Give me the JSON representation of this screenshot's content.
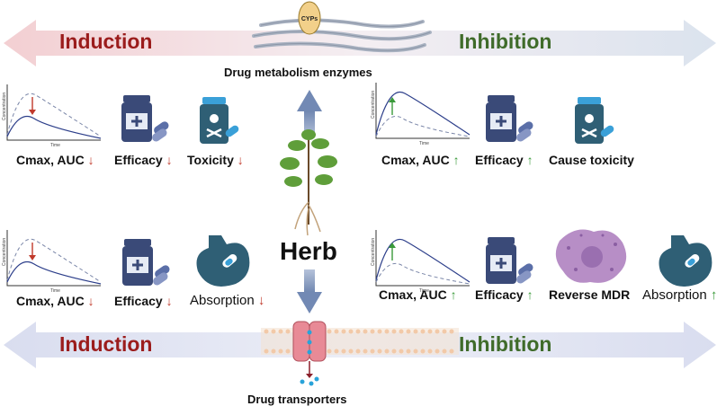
{
  "top_band": {
    "induction_label": "Induction",
    "inhibition_label": "Inhibition",
    "cyps_label": "CYPs",
    "caption": "Drug metabolism enzymes"
  },
  "bottom_band": {
    "induction_label": "Induction",
    "inhibition_label": "Inhibition",
    "caption": "Drug transporters"
  },
  "center": {
    "herb_label": "Herb"
  },
  "graph_axis": {
    "y_label": "Concentration",
    "x_label": "Time"
  },
  "top_left": {
    "cmax_label": "Cmax, AUC",
    "efficacy_label": "Efficacy",
    "toxicity_label": "Toxicity",
    "down_arrow": "↓"
  },
  "top_right": {
    "cmax_label": "Cmax, AUC",
    "efficacy_label": "Efficacy",
    "toxicity_label": "Cause toxicity",
    "up_arrow": "↑"
  },
  "bottom_left": {
    "cmax_label": "Cmax, AUC",
    "efficacy_label": "Efficacy",
    "absorption_label": "Absorption",
    "down_arrow": "↓"
  },
  "bottom_right": {
    "cmax_label": "Cmax, AUC",
    "efficacy_label": "Efficacy",
    "mdr_label": "Reverse MDR",
    "absorption_label": "Absorption",
    "up_arrow": "↑"
  },
  "colors": {
    "induction_red": "#9b1c1c",
    "inhibition_green": "#3f6b2a",
    "band_top": "#f6dcdc",
    "band_bottom": "#e4e4f2",
    "bottle_navy": "#3a4a78",
    "stomach_teal": "#2f5f75"
  }
}
